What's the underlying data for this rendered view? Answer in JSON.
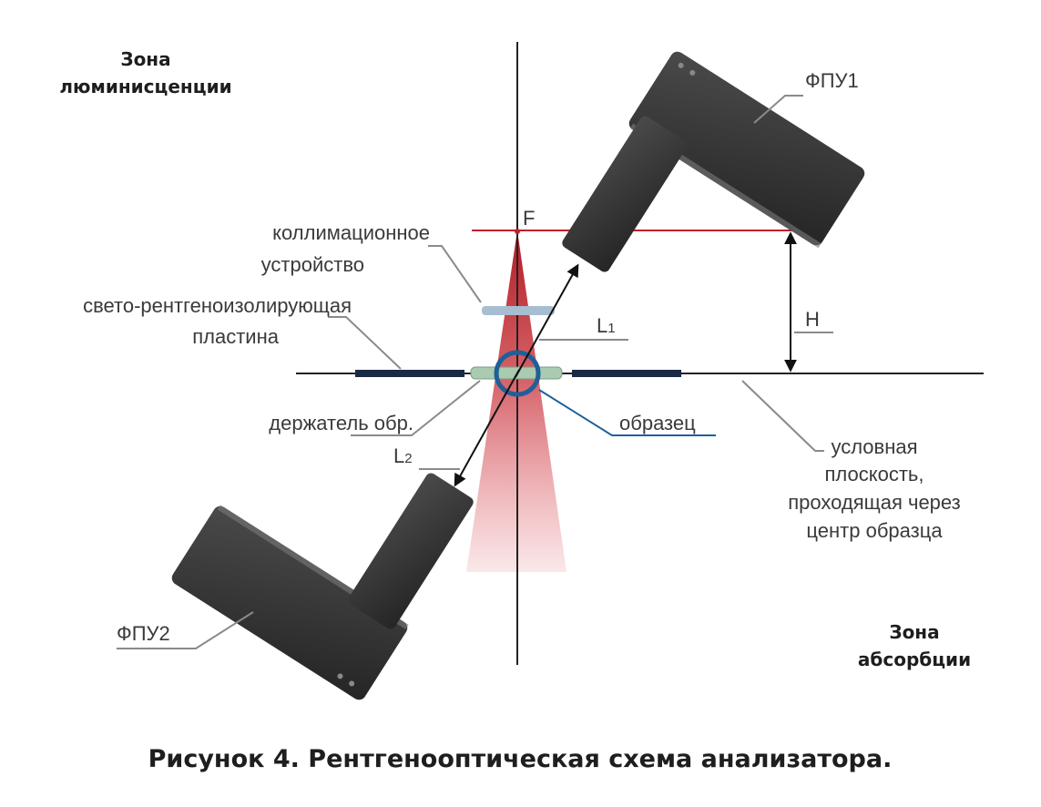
{
  "zones": {
    "luminescence_line1": "Зона",
    "luminescence_line2": "люминисценции",
    "absorption_line1": "Зона",
    "absorption_line2": "абсорбции"
  },
  "labels": {
    "fpu1": "ФПУ1",
    "fpu2": "ФПУ2",
    "focus": "F",
    "collimator_line1": "коллимационное",
    "collimator_line2": "устройство",
    "plate_line1": "свето-рентгеноизолирующая",
    "plate_line2": "пластина",
    "holder": "держатель обр.",
    "sample": "образец",
    "l1_letter": "L",
    "l1_index": "1",
    "l2_letter": "L",
    "l2_index": "2",
    "h": "H",
    "plane_line1": "условная",
    "plane_line2": "плоскость,",
    "plane_line3": "проходящая через",
    "plane_line4": "центр образца"
  },
  "caption": "Рисунок 4. Рентгенооптическая схема анализатора.",
  "colors": {
    "detector": "#3a3a3a",
    "beam": "#c0202a",
    "sample_ring": "#1f5f9a",
    "pointer": "#8a8a8a"
  }
}
